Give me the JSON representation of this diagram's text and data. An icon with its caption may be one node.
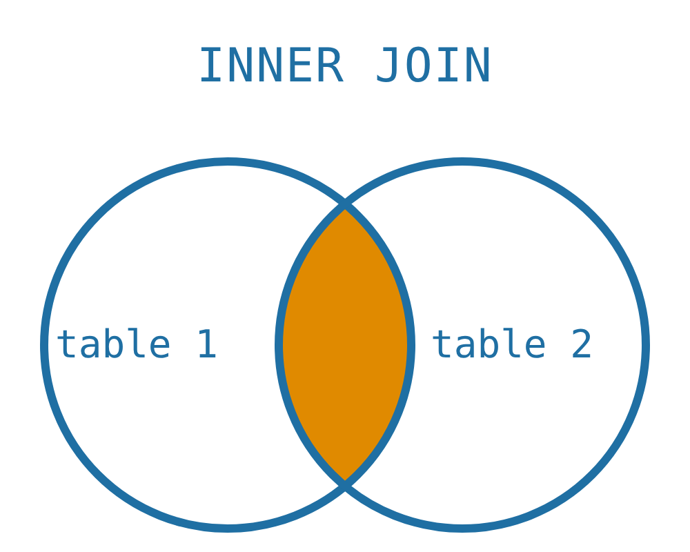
{
  "diagram": {
    "title": "INNER JOIN",
    "nodes": [
      {
        "text": [
          "table 1"
        ]
      },
      {
        "text": [
          "table 2"
        ]
      },
      {
        "text": [],
        "shape": "lens"
      }
    ]
  }
}
